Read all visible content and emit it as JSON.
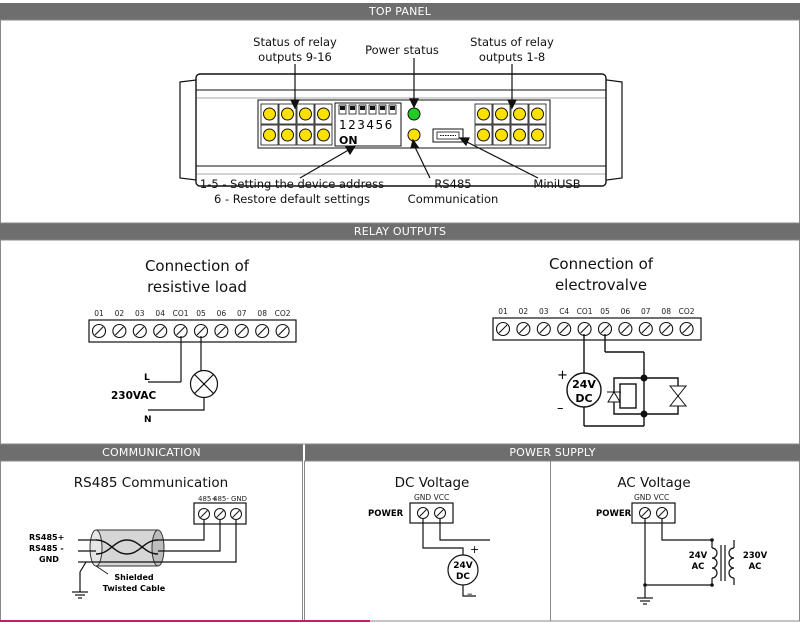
{
  "headers": {
    "top_panel": "TOP PANEL",
    "relay_outputs": "RELAY OUTPUTS",
    "communication": "COMMUNICATION",
    "power_supply": "POWER SUPPLY"
  },
  "top_panel": {
    "status_9_16": [
      "Status of relay",
      "outputs 9-16"
    ],
    "power_status": "Power status",
    "status_1_8": [
      "Status of relay",
      "outputs 1-8"
    ],
    "dip_numbers": "123456",
    "dip_on": "ON",
    "address_note": [
      "1-5 - Setting the device address",
      "6 - Restore default settings"
    ],
    "rs485": [
      "RS485",
      "Communication"
    ],
    "miniusb": "MiniUSB"
  },
  "relay": {
    "resistive_title": [
      "Connection of",
      "resistive load"
    ],
    "electrovalve_title": [
      "Connection of",
      "electrovalve"
    ],
    "terminals_left": [
      "01",
      "02",
      "03",
      "04",
      "CO1",
      "05",
      "06",
      "07",
      "08",
      "CO2"
    ],
    "terminals_right": [
      "01",
      "02",
      "03",
      "C4",
      "CO1",
      "05",
      "06",
      "07",
      "08",
      "CO2"
    ],
    "label_l": "L",
    "label_n": "N",
    "voltage_ac": "230VAC",
    "dc_value": "24V",
    "dc_unit": "DC",
    "plus": "+",
    "minus": "–"
  },
  "communication": {
    "title": "RS485 Communication",
    "terminals": [
      "485+",
      "485-",
      "GND"
    ],
    "wire_labels": [
      "RS485+",
      "RS485 -",
      "GND"
    ],
    "cable_label": [
      "Shielded",
      "Twisted Cable"
    ]
  },
  "power": {
    "dc_title": "DC Voltage",
    "ac_title": "AC Voltage",
    "gnd_vcc": "GND VCC",
    "power_label": "POWER",
    "dc_source": [
      "24V",
      "DC"
    ],
    "ac_secondary": [
      "24V",
      "AC"
    ],
    "ac_primary": [
      "230V",
      "AC"
    ],
    "plus": "+",
    "minus": "–"
  },
  "colors": {
    "header_bg": "#6e6e6e",
    "led_yellow": "#ffe100",
    "led_green": "#22cc22",
    "line": "#111111"
  }
}
